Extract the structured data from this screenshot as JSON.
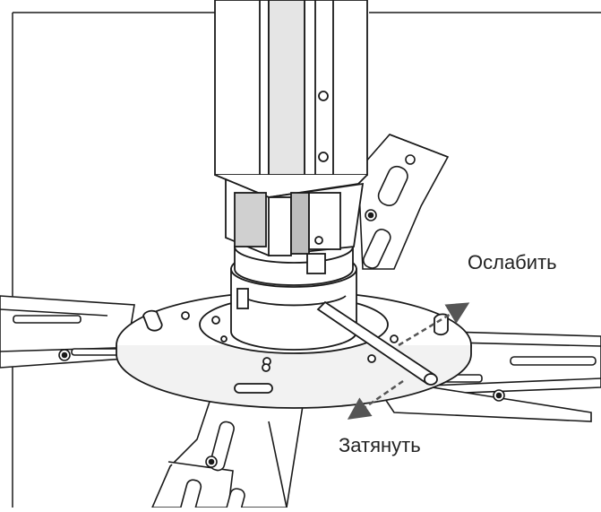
{
  "diagram": {
    "subject": "projector ceiling mount adapter plate with tightening rod",
    "annotations": {
      "loosen": "Ослабить",
      "tighten": "Затянуть"
    },
    "colors": {
      "line": "#1a1a1a",
      "shade": "#d9d9d9",
      "dark_shade": "#8a8a8a",
      "arrow": "#555555"
    }
  }
}
